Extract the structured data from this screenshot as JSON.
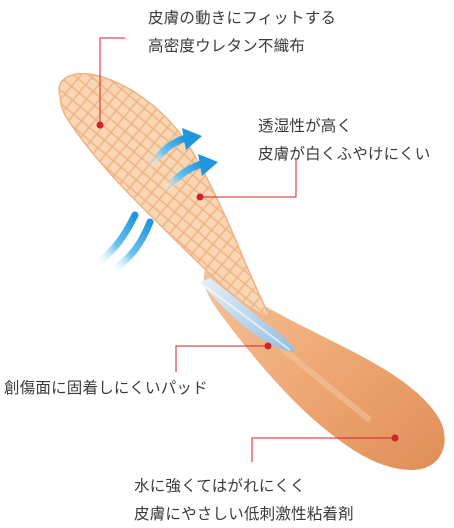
{
  "callouts": {
    "top": {
      "line1": "皮膚の動きにフィットする",
      "line2": "高密度ウレタン不織布"
    },
    "right": {
      "line1": "透湿性が高く",
      "line2": "皮膚が白くふやけにくい"
    },
    "pad": {
      "line1": "創傷面に固着しにくいパッド"
    },
    "bottom": {
      "line1": "水に強くてはがれにくく",
      "line2": "皮膚にやさしい低刺激性粘着剤"
    }
  },
  "colors": {
    "bandage": "#f2b98a",
    "bandage_light": "#f8d2b0",
    "bandage_back": "#e89a62",
    "pad": "#cfe3f4",
    "callout_line": "#d6202a",
    "arrow": "#2a9fe0",
    "text": "#3a3a3a"
  }
}
